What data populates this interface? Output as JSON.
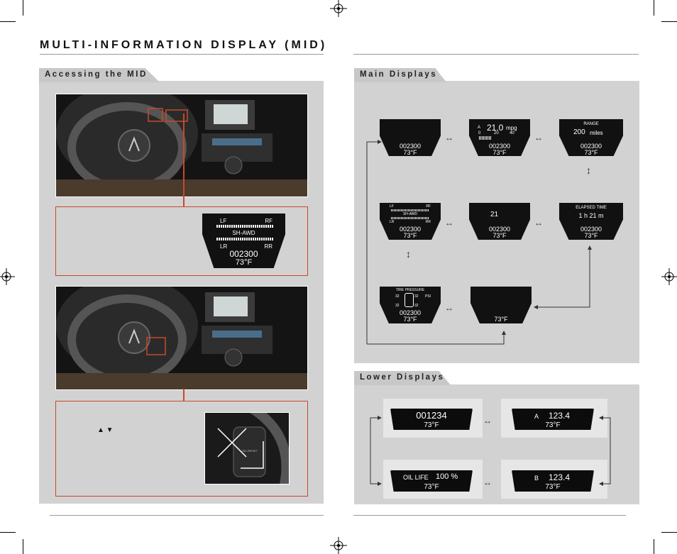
{
  "page": {
    "title": "MULTI-INFORMATION DISPLAY (MID)"
  },
  "left_panel": {
    "heading": "Accessing the MID",
    "callout1_display": {
      "lf": "LF",
      "rf": "RF",
      "center": "SH-AWD",
      "lr": "LR",
      "rr": "RR",
      "odometer": "002300",
      "temp": "73°F"
    },
    "callout2_arrows": "▲ ▼",
    "button_label": "SEL/RESET"
  },
  "main_displays": {
    "heading": "Main Displays",
    "d1": {
      "odometer": "002300",
      "temp": "73°F"
    },
    "d2": {
      "trip": "A",
      "value": "21.0",
      "unit": "mpg",
      "scale": [
        "0",
        "20",
        "40"
      ],
      "odometer": "002300",
      "temp": "73°F"
    },
    "d3": {
      "label": "RANGE",
      "value": "200",
      "unit": "miles",
      "odometer": "002300",
      "temp": "73°F"
    },
    "d4": {
      "lf": "LF",
      "rf": "RF",
      "center": "SH-AWD",
      "lr": "LR",
      "rr": "RR",
      "odometer": "002300",
      "temp": "73°F"
    },
    "d5": {
      "value": "21",
      "odometer": "002300",
      "temp": "73°F"
    },
    "d6": {
      "label": "ELAPSED TIME",
      "value": "1 h 21 m",
      "odometer": "002300",
      "temp": "73°F"
    },
    "d7": {
      "label": "TIRE PRESSURE",
      "fl": "32",
      "fr": "32",
      "rl": "32",
      "rr": "32",
      "unit": "PSI",
      "odometer": "002300",
      "temp": "73°F"
    },
    "d8": {
      "temp": "73°F"
    }
  },
  "lower_displays": {
    "heading": "Lower Displays",
    "l1": {
      "value": "001234",
      "temp": "73°F"
    },
    "l2": {
      "label": "A",
      "value": "123.4",
      "temp": "73°F"
    },
    "l3": {
      "label": "OIL LIFE",
      "value": "100 %",
      "temp": "73°F"
    },
    "l4": {
      "label": "B",
      "value": "123.4",
      "temp": "73°F"
    }
  }
}
